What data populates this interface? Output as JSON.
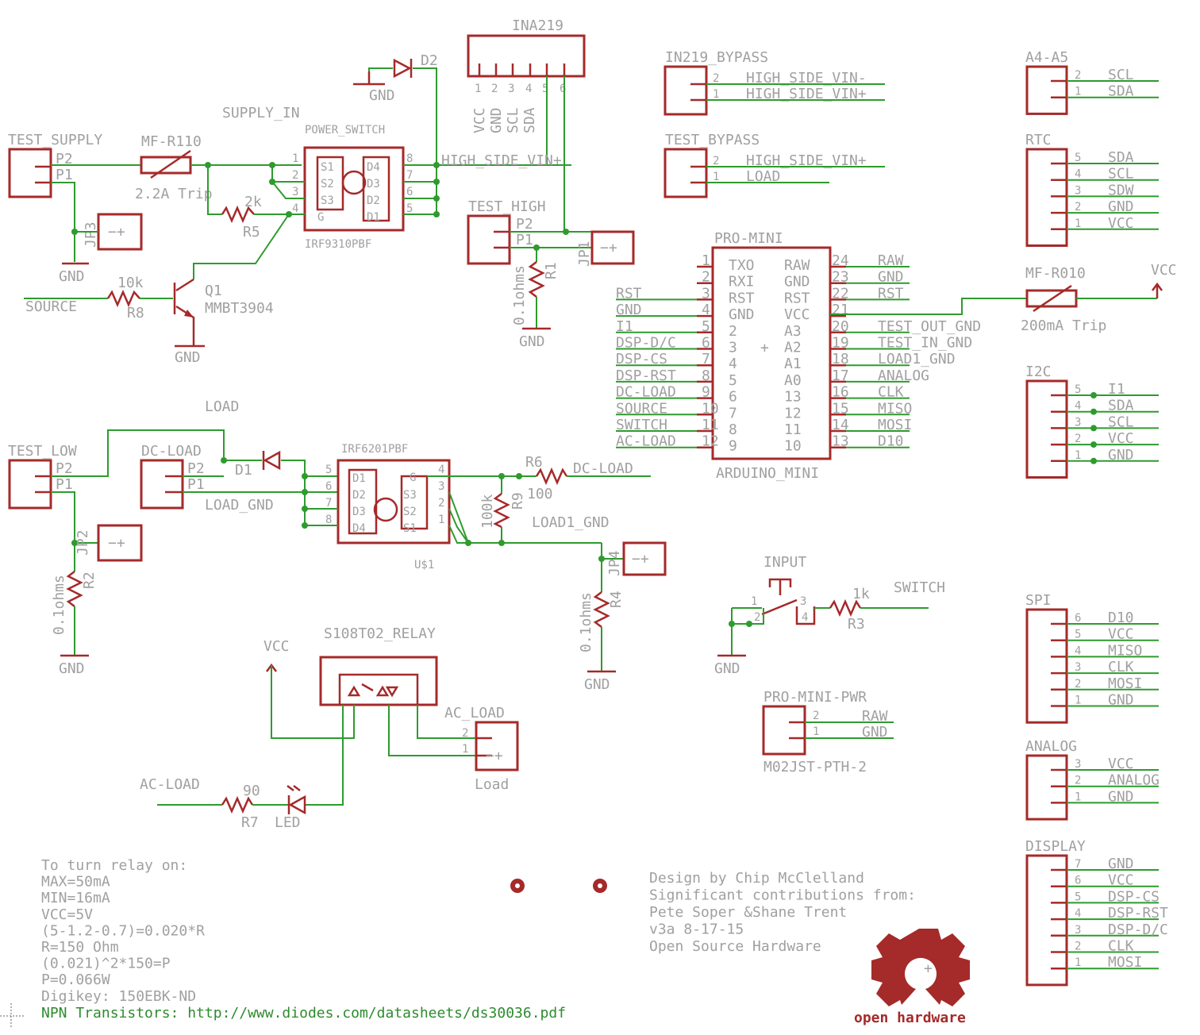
{
  "colors": {
    "part": "#a52a2a",
    "wire": "#2e9b2e",
    "label": "#a0a0a0"
  },
  "parts": {
    "ina219": "INA219",
    "ina_pins": [
      "1",
      "2",
      "3",
      "4",
      "5",
      "6"
    ],
    "ina_pin_names": [
      "VCC",
      "GND",
      "SCL",
      "SDA"
    ],
    "in219_bypass": "IN219_BYPASS",
    "test_supply": "TEST_SUPPLY",
    "mf_r110": "MF-R110",
    "trip_22": "2.2A Trip",
    "supply_in": "SUPPLY_IN",
    "power_switch": "POWER_SWITCH",
    "irf9310": "IRF9310PBF",
    "r5_val": "2k",
    "r5": "R5",
    "r8_val": "10k",
    "r8": "R8",
    "q1": "Q1",
    "q1_type": "MMBT3904",
    "source": "SOURCE",
    "d2": "D2",
    "test_bypass": "TEST_BYPASS",
    "test_high": "TEST_HIGH",
    "jp3": "JP3",
    "jp1": "JP1",
    "jp2": "JP2",
    "jp4": "JP4",
    "r1": "R1",
    "r1_val": "0.1ohms",
    "r2": "R2",
    "r2_val": "0.1ohms",
    "r4": "R4",
    "r4_val": "0.1ohms",
    "pro_mini": "PRO-MINI",
    "arduino_mini": "ARDUINO_MINI",
    "mf_r010": "MF-R010",
    "trip_200": "200mA Trip",
    "vcc": "VCC",
    "gnd": "GND",
    "a4a5": "A4-A5",
    "rtc": "RTC",
    "i2c": "I2C",
    "spi": "SPI",
    "analog": "ANALOG",
    "display": "DISPLAY",
    "load": "LOAD",
    "test_low": "TEST_LOW",
    "dc_load": "DC-LOAD",
    "d1": "D1",
    "irf6201": "IRF6201PBF",
    "u1": "U$1",
    "load_gnd": "LOAD_GND",
    "r6": "R6",
    "r6_val": "100",
    "r9": "R9",
    "r9_val": "100k",
    "load1_gnd": "LOAD1_GND",
    "input": "INPUT",
    "r3_val": "1k",
    "r3": "R3",
    "switch": "SWITCH",
    "relay": "S108T02_RELAY",
    "ac_load": "AC_LOAD",
    "ac_load2": "AC-LOAD",
    "load_word": "Load",
    "r7_val": "90",
    "r7": "R7",
    "led": "LED",
    "pro_mini_pwr": "PRO-MINI-PWR",
    "m02": "M02JST-PTH-2",
    "p1": "P1",
    "p2": "P2",
    "raw": "RAW",
    "high_side_vin_minus": "HIGH_SIDE_VIN-",
    "high_side_vin_plus": "HIGH_SIDE_VIN+",
    "scl": "SCL",
    "sda": "SDA",
    "sdw": "SDW"
  },
  "arduino": {
    "left_pins": [
      "1",
      "2",
      "3",
      "4",
      "5",
      "6",
      "7",
      "8",
      "9",
      "10",
      "11",
      "12"
    ],
    "left_inner": [
      "TXO",
      "RXI",
      "RST",
      "GND",
      "2",
      "3",
      "4",
      "5",
      "6",
      "7",
      "8",
      "9"
    ],
    "left_nets": [
      "",
      "",
      "RST",
      "GND",
      "I1",
      "DSP-D/C",
      "DSP-CS",
      "DSP-RST",
      "DC-LOAD",
      "SOURCE",
      "SWITCH",
      "AC-LOAD"
    ],
    "right_pins": [
      "24",
      "23",
      "22",
      "21",
      "20",
      "19",
      "18",
      "17",
      "16",
      "15",
      "14",
      "13"
    ],
    "right_inner": [
      "RAW",
      "GND",
      "RST",
      "VCC",
      "A3",
      "A2",
      "A1",
      "A0",
      "13",
      "12",
      "11",
      "10"
    ],
    "right_nets": [
      "RAW",
      "GND",
      "RST",
      "",
      "TEST_OUT_GND",
      "TEST_IN_GND",
      "LOAD1_GND",
      "ANALOG",
      "CLK",
      "MISO",
      "MOSI",
      "D10"
    ]
  },
  "notes": {
    "lines": [
      "To turn relay on:",
      "MAX=50mA",
      "MIN=16mA",
      "VCC=5V",
      "(5-1.2-0.7)=0.020*R",
      "R=150 Ohm",
      "(0.021)^2*150=P",
      "P=0.066W",
      "Digikey: 150EBK-ND"
    ],
    "link": "NPN Transistors: http://www.diodes.com/datasheets/ds30036.pdf"
  },
  "credits": [
    "Design by Chip McClelland",
    "Significant contributions from:",
    "Pete Soper &Shane Trent",
    "v3a  8-17-15",
    "Open Source Hardware"
  ],
  "logo": {
    "text": "open hardware"
  }
}
